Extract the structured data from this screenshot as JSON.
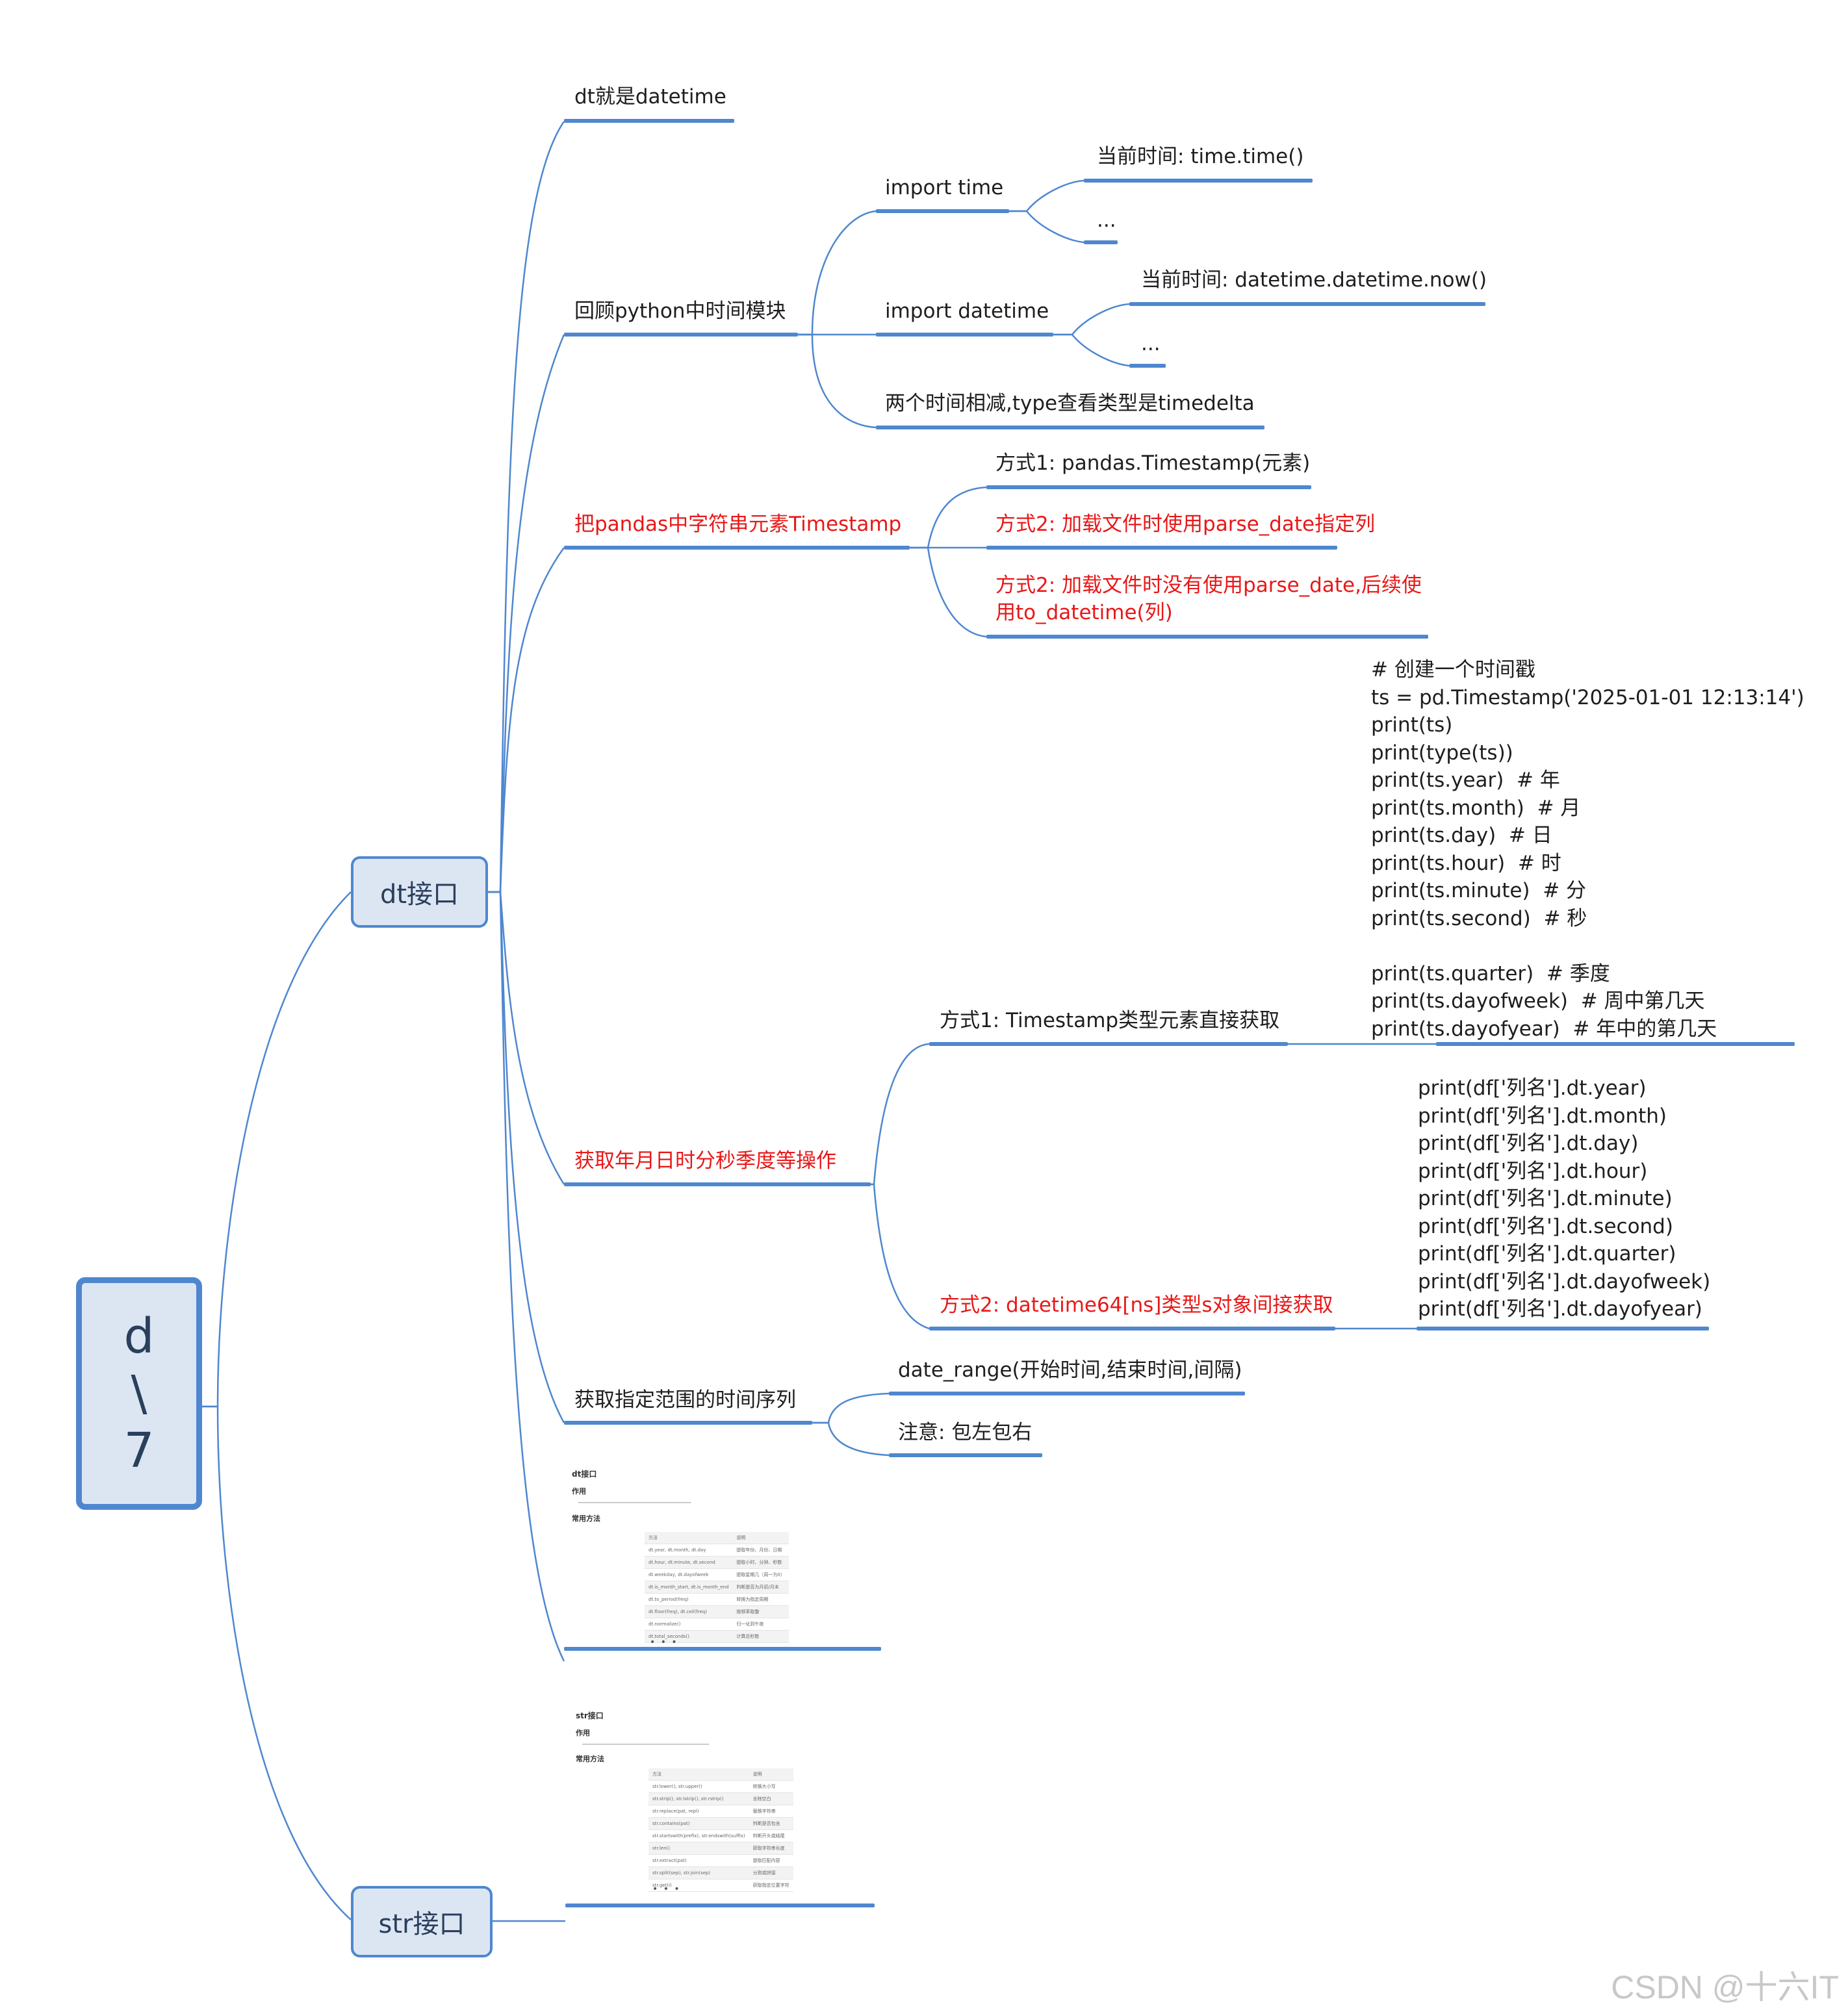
{
  "root": {
    "lines": [
      "d",
      "\\",
      "7"
    ]
  },
  "branches": {
    "dt_interface": "dt接口",
    "str_interface": "str接口"
  },
  "dt": {
    "dt_is_datetime": "dt就是datetime",
    "review": {
      "label": "回顾python中时间模块",
      "import_time": "import time",
      "time_now": "当前时间:  time.time()",
      "time_more": "...",
      "import_datetime": "import datetime",
      "datetime_now": "当前时间: datetime.datetime.now()",
      "datetime_more": "...",
      "timedelta": "两个时间相减,type查看类型是timedelta"
    },
    "convert": {
      "label": "把pandas中字符串元素Timestamp",
      "way1": "方式1:  pandas.Timestamp(元素)",
      "way2": "方式2: 加载文件时使用parse_date指定列",
      "way3_line1": "方式2: 加载文件时没有使用parse_date,后续使",
      "way3_line2": "用to_datetime(列)"
    },
    "get_parts": {
      "label": "获取年月日时分秒季度等操作",
      "way1": "方式1: Timestamp类型元素直接获取",
      "way1_code": [
        "# 创建一个时间戳",
        "ts = pd.Timestamp('2025-01-01 12:13:14')",
        "print(ts)",
        "print(type(ts))",
        "print(ts.year)  # 年",
        "print(ts.month)  # 月",
        "print(ts.day)  # 日",
        "print(ts.hour)  # 时",
        "print(ts.minute)  # 分",
        "print(ts.second)  # 秒",
        "",
        "print(ts.quarter)  # 季度",
        "print(ts.dayofweek)  # 周中第几天",
        "print(ts.dayofyear)  # 年中的第几天"
      ],
      "way2": "方式2: datetime64[ns]类型s对象间接获取",
      "way2_code": [
        "print(df['列名'].dt.year)",
        "print(df['列名'].dt.month)",
        "print(df['列名'].dt.day)",
        "print(df['列名'].dt.hour)",
        "print(df['列名'].dt.minute)",
        "print(df['列名'].dt.second)",
        "print(df['列名'].dt.quarter)",
        "print(df['列名'].dt.dayofweek)",
        "print(df['列名'].dt.dayofyear)"
      ]
    },
    "range": {
      "label": "获取指定范围的时间序列",
      "date_range": "date_range(开始时间,结束时间,间隔)",
      "note": "注意: 包左包右"
    },
    "thumbnail": {
      "title": "dt接口",
      "section1": "作用",
      "section2": "常用方法",
      "rows": [
        [
          "方法",
          "说明"
        ],
        [
          "dt.year, dt.month, dt.day",
          "提取年份、月份、日期"
        ],
        [
          "dt.hour, dt.minute, dt.second",
          "提取小时、分钟、秒数"
        ],
        [
          "dt.weekday, dt.dayofweek",
          "提取星期几（周一为0）"
        ],
        [
          "dt.is_month_start, dt.is_month_end",
          "判断是否为月初/月末"
        ],
        [
          "dt.to_period(freq)",
          "转换为指定周期"
        ],
        [
          "dt.floor(freq), dt.ceil(freq)",
          "按频率取整"
        ],
        [
          "dt.normalize()",
          "归一化到午夜"
        ],
        [
          "dt.total_seconds()",
          "计算总秒数"
        ]
      ],
      "more": "• • •"
    }
  },
  "str": {
    "thumbnail": {
      "title": "str接口",
      "section1": "作用",
      "section2": "常用方法",
      "rows": [
        [
          "方法",
          "说明"
        ],
        [
          "str.lower(), str.upper()",
          "转换大小写"
        ],
        [
          "str.strip(), str.lstrip(), str.rstrip()",
          "去除空白"
        ],
        [
          "str.replace(pat, repl)",
          "替换字符串"
        ],
        [
          "str.contains(pat)",
          "判断是否包含"
        ],
        [
          "str.startswith(prefix), str.endswith(suffix)",
          "判断开头或结尾"
        ],
        [
          "str.len()",
          "获取字符串长度"
        ],
        [
          "str.extract(pat)",
          "提取匹配内容"
        ],
        [
          "str.split(sep), str.join(sep)",
          "分割或拼接"
        ],
        [
          "str.get(i)",
          "获取指定位置字符"
        ]
      ],
      "more": "• • •"
    }
  },
  "watermark": "CSDN @十六IT",
  "colors": {
    "line": "#4f87cf",
    "node_fill": "#dce6f3",
    "red_text": "#e81818"
  }
}
